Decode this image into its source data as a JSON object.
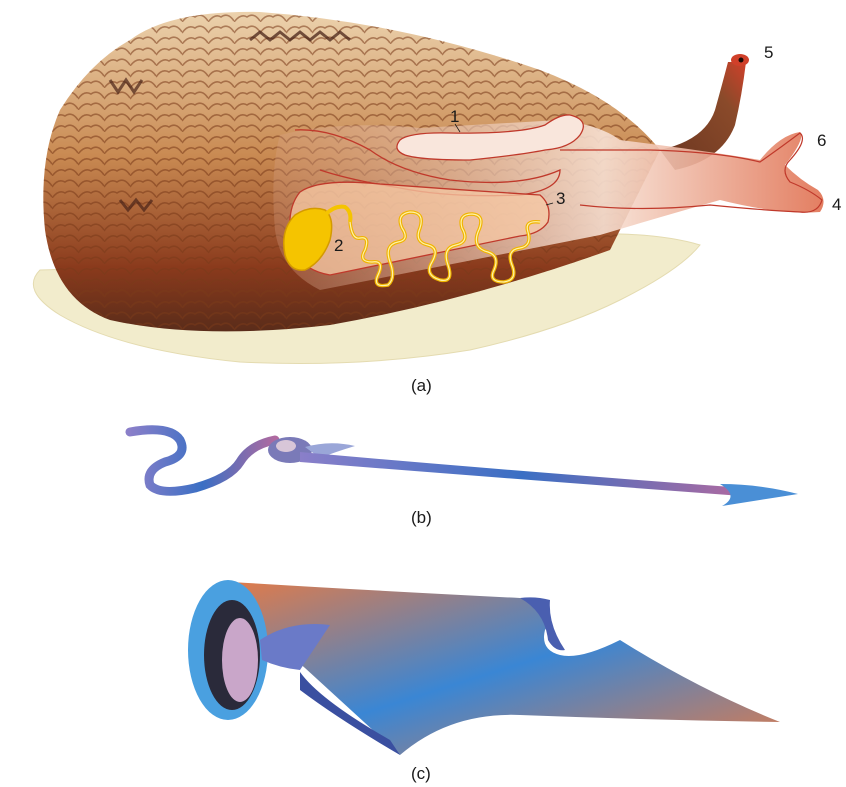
{
  "labels": {
    "n1": "1",
    "n2": "2",
    "n3": "3",
    "n4": "4",
    "n5": "5",
    "n6": "6"
  },
  "captions": {
    "a": "(a)",
    "b": "(b)",
    "c": "(c)"
  },
  "colors": {
    "shell_light": "#e8c9a0",
    "shell_mid": "#c98a52",
    "shell_dark": "#5a2c1a",
    "foot": "#f3eccb",
    "body_pink": "#f6dccd",
    "outline_red": "#c0392b",
    "venom_gland": "#f5c400",
    "harpoon_blue": "#3a86d4",
    "harpoon_orange": "#e07b4a"
  },
  "icons": {
    "shell": "cone-snail-shell",
    "gland": "venom-bulb",
    "duct": "venom-duct",
    "harpoon": "radular-harpoon"
  }
}
